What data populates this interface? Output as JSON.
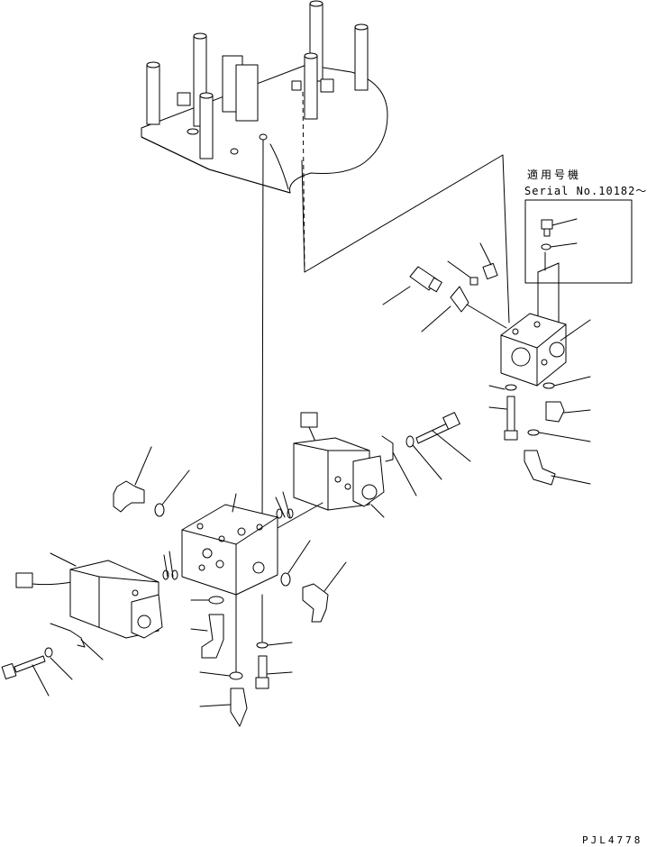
{
  "notes": {
    "applicable_label": "適用号機",
    "serial_label": "Serial No.10182～",
    "drawing_code": "PJL4778"
  }
}
